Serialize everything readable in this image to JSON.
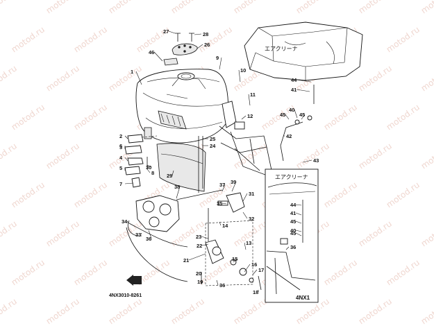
{
  "watermark": {
    "text": "motod.ru",
    "color": "#e3b5a8"
  },
  "diagram_code": "4NX3010-8261",
  "airbox_label_top": "エアクリーナ",
  "inset": {
    "label": "エアクリーナ",
    "model_code": "4NX1"
  },
  "callouts": [
    {
      "id": "c1",
      "label": "1"
    },
    {
      "id": "c2",
      "label": "2"
    },
    {
      "id": "c3",
      "label": "3"
    },
    {
      "id": "c4",
      "label": "4"
    },
    {
      "id": "c5",
      "label": "5"
    },
    {
      "id": "c6",
      "label": "6"
    },
    {
      "id": "c7",
      "label": "7"
    },
    {
      "id": "c8",
      "label": "8"
    },
    {
      "id": "c9",
      "label": "9"
    },
    {
      "id": "c10",
      "label": "10"
    },
    {
      "id": "c11",
      "label": "11"
    },
    {
      "id": "c12",
      "label": "12"
    },
    {
      "id": "c13",
      "label": "13"
    },
    {
      "id": "c14",
      "label": "14"
    },
    {
      "id": "c15",
      "label": "15"
    },
    {
      "id": "c16",
      "label": "16"
    },
    {
      "id": "c17",
      "label": "17"
    },
    {
      "id": "c18",
      "label": "18"
    },
    {
      "id": "c19",
      "label": "19"
    },
    {
      "id": "c20",
      "label": "20"
    },
    {
      "id": "c21",
      "label": "21"
    },
    {
      "id": "c22",
      "label": "22"
    },
    {
      "id": "c23",
      "label": "23"
    },
    {
      "id": "c24",
      "label": "24"
    },
    {
      "id": "c25",
      "label": "25"
    },
    {
      "id": "c26",
      "label": "26"
    },
    {
      "id": "c27",
      "label": "27"
    },
    {
      "id": "c28",
      "label": "28"
    },
    {
      "id": "c29",
      "label": "29"
    },
    {
      "id": "c30",
      "label": "30"
    },
    {
      "id": "c31",
      "label": "31"
    },
    {
      "id": "c32",
      "label": "32"
    },
    {
      "id": "c33",
      "label": "33"
    },
    {
      "id": "c34",
      "label": "34"
    },
    {
      "id": "c35",
      "label": "35"
    },
    {
      "id": "c36",
      "label": "36"
    },
    {
      "id": "c36b",
      "label": "36"
    },
    {
      "id": "c37",
      "label": "37"
    },
    {
      "id": "c38",
      "label": "38"
    },
    {
      "id": "c39",
      "label": "39"
    },
    {
      "id": "c40",
      "label": "40"
    },
    {
      "id": "c41",
      "label": "41"
    },
    {
      "id": "c42",
      "label": "42"
    },
    {
      "id": "c43",
      "label": "43"
    },
    {
      "id": "c44",
      "label": "44"
    },
    {
      "id": "c45",
      "label": "45"
    },
    {
      "id": "c45b",
      "label": "45"
    },
    {
      "id": "c46",
      "label": "46"
    },
    {
      "id": "i44",
      "label": "44"
    },
    {
      "id": "i41",
      "label": "41"
    },
    {
      "id": "i45",
      "label": "45"
    },
    {
      "id": "i40",
      "label": "40"
    },
    {
      "id": "i45b",
      "label": "45"
    },
    {
      "id": "i36",
      "label": "36"
    }
  ]
}
